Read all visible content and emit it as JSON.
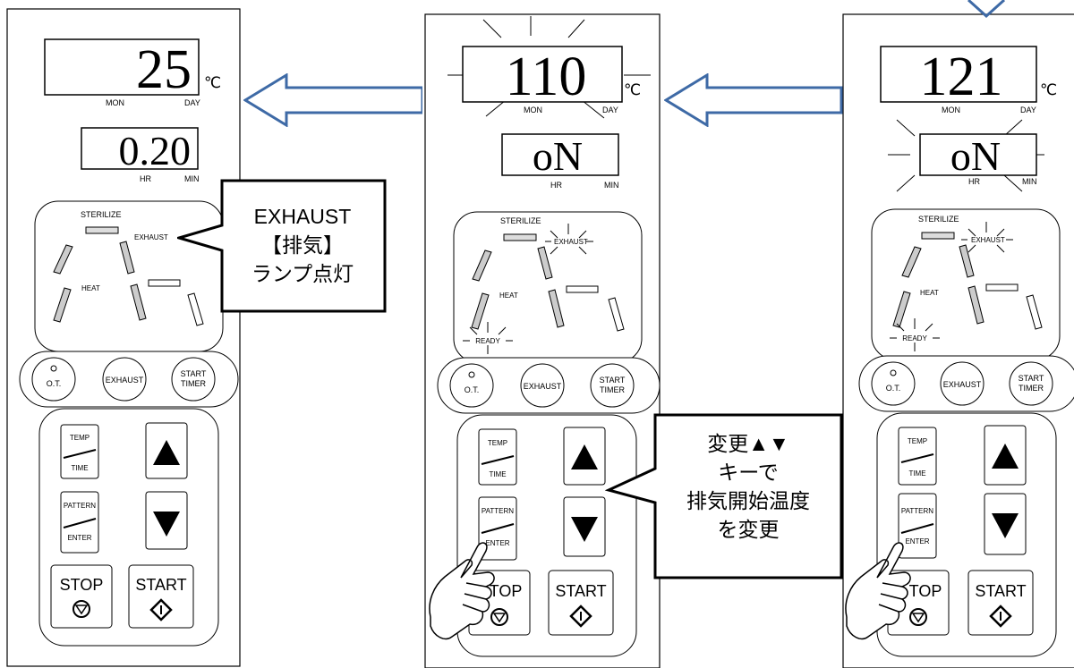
{
  "panels": [
    {
      "id": "left",
      "temp_value": "25",
      "temp_unit": "℃",
      "temp_sub_left": "MON",
      "temp_sub_right": "DAY",
      "time_value": "0.20",
      "time_sub_left": "HR",
      "time_sub_right": "MIN",
      "lamp_sterilize": "STERILIZE",
      "lamp_exhaust": "EXHAUST",
      "lamp_heat": "HEAT",
      "btn_ot": "O.T.",
      "btn_exhaust": "EXHAUST",
      "btn_start_timer_1": "START",
      "btn_start_timer_2": "TIMER",
      "btn_temp": "TEMP",
      "btn_time": "TIME",
      "btn_pattern": "PATTERN",
      "btn_enter": "ENTER",
      "btn_stop": "STOP",
      "btn_start": "START"
    },
    {
      "id": "middle",
      "temp_value": "110",
      "temp_unit": "℃",
      "temp_sub_left": "MON",
      "temp_sub_right": "DAY",
      "time_value": "oN",
      "time_sub_left": "HR",
      "time_sub_right": "MIN",
      "lamp_sterilize": "STERILIZE",
      "lamp_exhaust": "EXHAUST",
      "lamp_heat": "HEAT",
      "lamp_ready": "READY",
      "btn_ot": "O.T.",
      "btn_exhaust": "EXHAUST",
      "btn_start_timer_1": "START",
      "btn_start_timer_2": "TIMER",
      "btn_temp": "TEMP",
      "btn_time": "TIME",
      "btn_pattern": "PATTERN",
      "btn_enter": "ENTER",
      "btn_stop": "TOP",
      "btn_start": "START"
    },
    {
      "id": "right",
      "temp_value": "121",
      "temp_unit": "℃",
      "temp_sub_left": "MON",
      "temp_sub_right": "DAY",
      "time_value": "oN",
      "time_sub_left": "HR",
      "time_sub_right": "MIN",
      "lamp_sterilize": "STERILIZE",
      "lamp_exhaust": "EXHAUST",
      "lamp_heat": "HEAT",
      "lamp_ready": "READY",
      "btn_ot": "O.T.",
      "btn_exhaust": "EXHAUST",
      "btn_start_timer_1": "START",
      "btn_start_timer_2": "TIMER",
      "btn_temp": "TEMP",
      "btn_time": "TIME",
      "btn_pattern": "PATTERN",
      "btn_enter": "ENTER",
      "btn_stop": "TOP",
      "btn_start": "START"
    }
  ],
  "callouts": {
    "exhaust": [
      "EXHAUST",
      "【排気】",
      "ランプ点灯"
    ],
    "change": [
      "変更▲▼",
      "キーで",
      "排気開始温度",
      "を変更"
    ]
  },
  "colors": {
    "arrow_stroke": "#3e6aa6",
    "line": "#000000"
  }
}
